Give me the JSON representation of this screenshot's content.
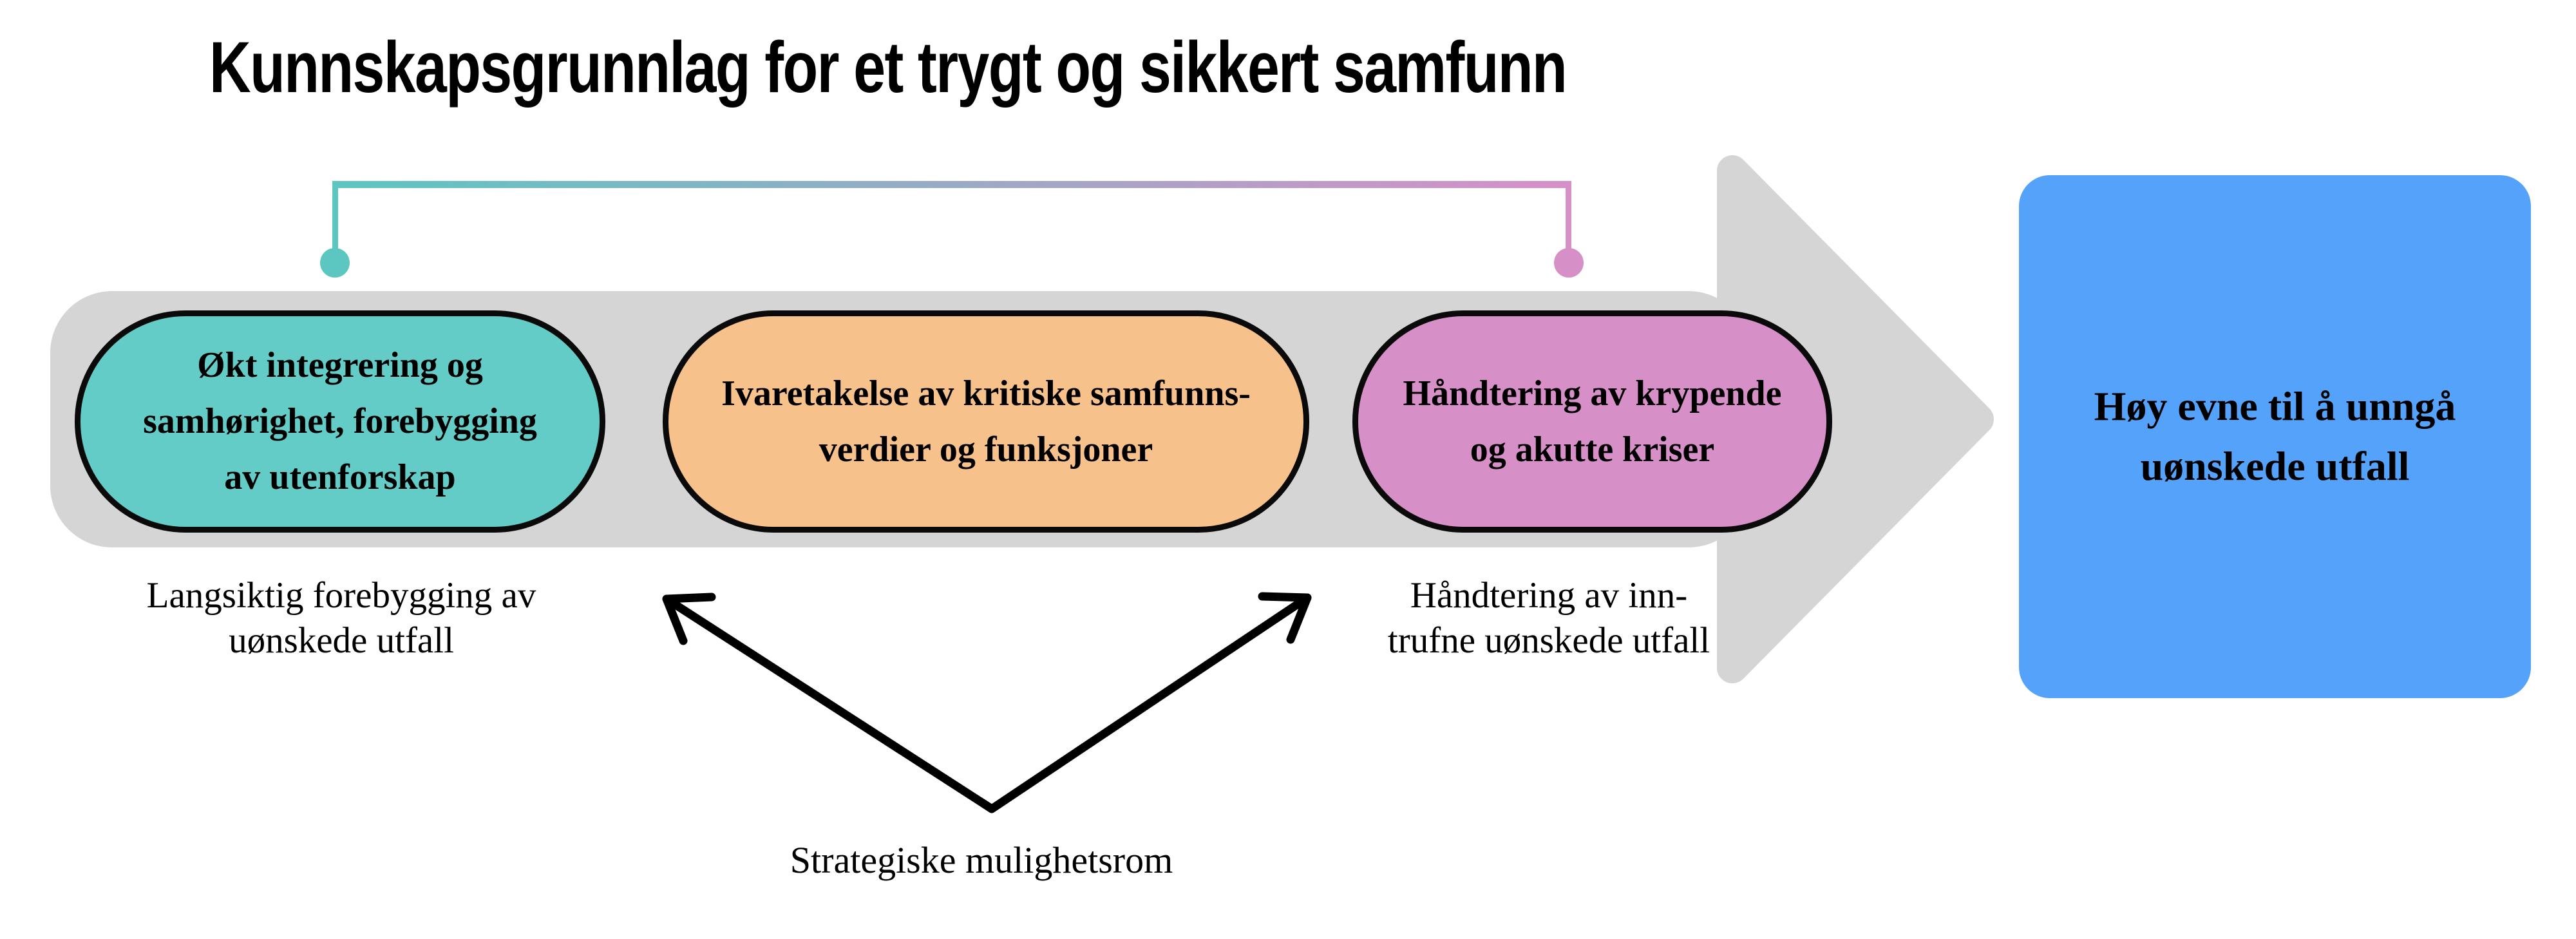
{
  "title": "Kunnskapsgrunnlag for et trygt og sikkert samfunn",
  "flow": {
    "stages": [
      {
        "id": "integrering",
        "label": "Økt integrering og\nsamhørighet, forebygging\nav utenforskap",
        "color": "#63CCC6"
      },
      {
        "id": "ivaretakelse",
        "label": "Ivaretakelse av kritiske samfunns-\nverdier og funksjoner",
        "color": "#F6C18A"
      },
      {
        "id": "handtering",
        "label": "Håndtering av krypende\nog akutte kriser",
        "color": "#D78FC8"
      }
    ],
    "outcome": {
      "label": "Høy evne til å unngå\nuønskede utfall",
      "color": "#55A2FA"
    }
  },
  "annotations": {
    "left_phase": "Langsiktig forebygging av\nuønskede utfall",
    "right_phase": "Håndtering av inn-\ntrufne uønskede utfall",
    "strategic": "Strategiske mulighetsrom"
  },
  "colors": {
    "arrow-gray": "#D5D5D5",
    "bracket-teal": "#5CC6C1",
    "bracket-pink": "#D78FC8",
    "stage1": "#63CCC6",
    "stage2": "#F6C18A",
    "stage3": "#D78FC8",
    "outcome": "#55A2FA",
    "ink": "#000000"
  }
}
